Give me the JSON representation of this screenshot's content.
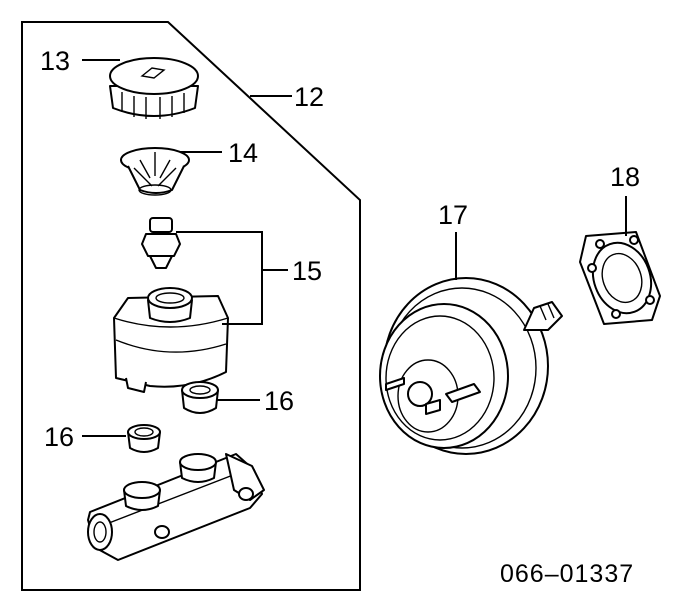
{
  "diagram": {
    "labels": {
      "l12": "12",
      "l13": "13",
      "l14": "14",
      "l15": "15",
      "l16a": "16",
      "l16b": "16",
      "l17": "17",
      "l18": "18"
    },
    "diagram_code": "066–01337"
  }
}
